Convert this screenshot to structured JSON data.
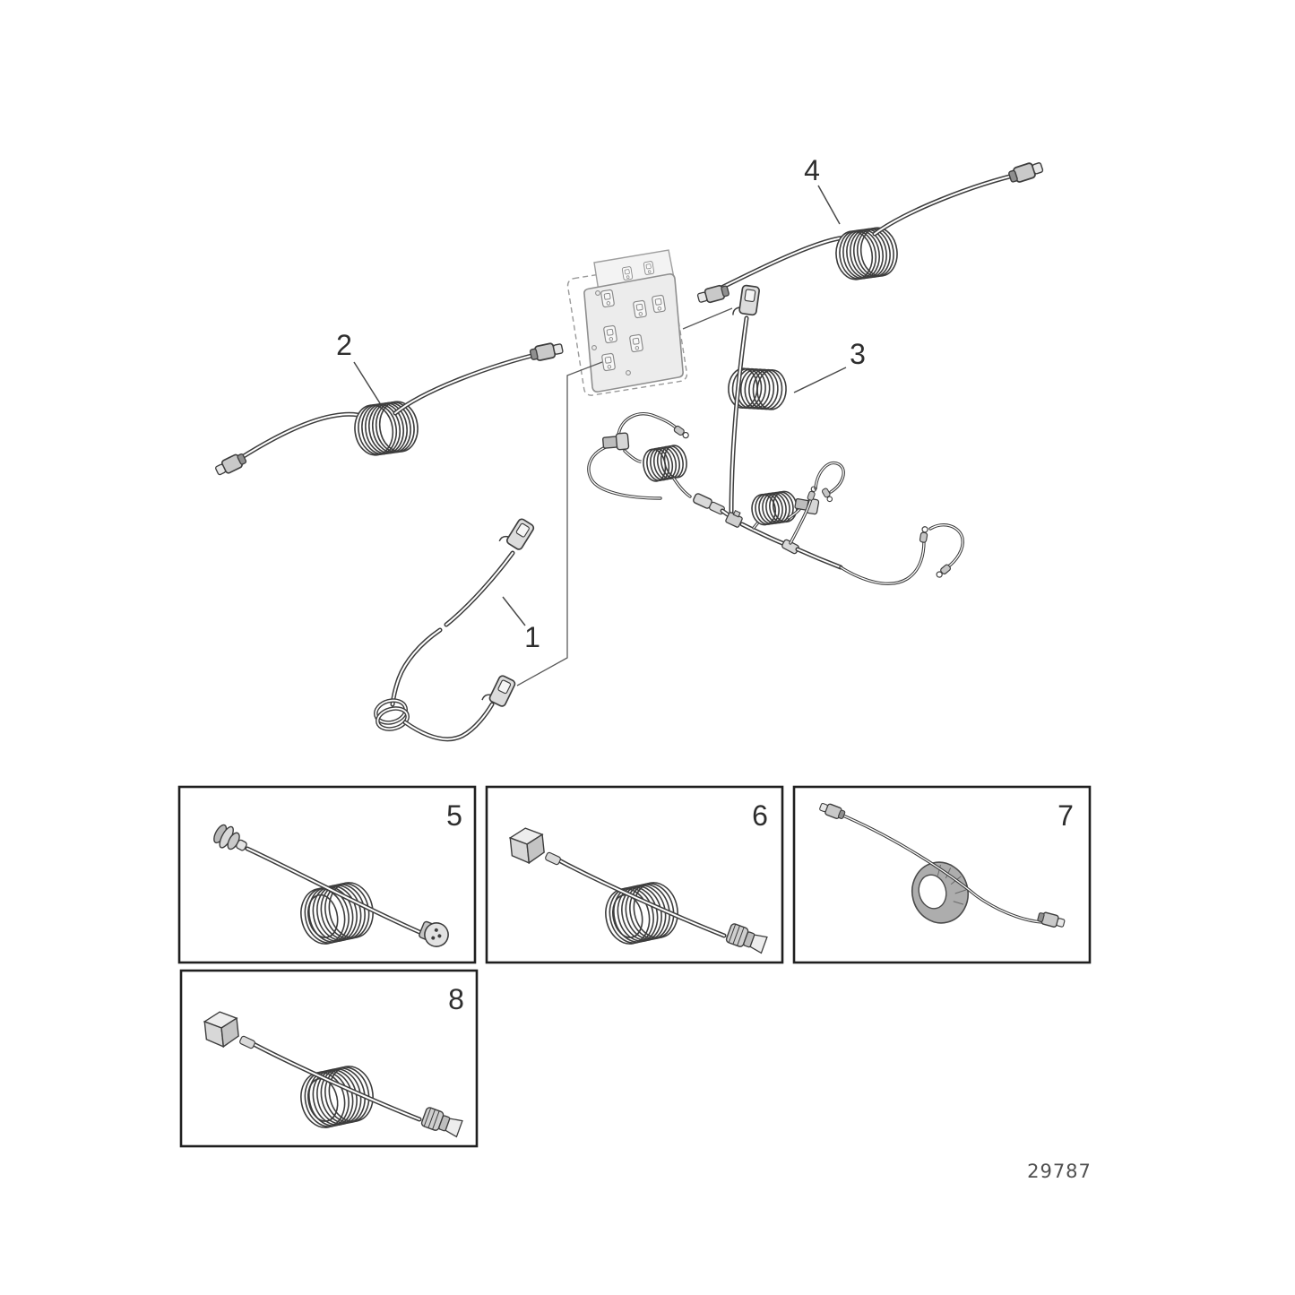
{
  "figure": {
    "number": "29787"
  },
  "callouts": [
    {
      "label": "1"
    },
    {
      "label": "2"
    },
    {
      "label": "3"
    },
    {
      "label": "4"
    }
  ],
  "panels": [
    {
      "label": "5"
    },
    {
      "label": "6"
    },
    {
      "label": "7"
    },
    {
      "label": "8"
    }
  ],
  "colors": {
    "line": "#3d3d3d",
    "module_fill": "#ececec",
    "module_stroke": "#8f8f8f",
    "panel_border": "#1f1f1f",
    "background": "#ffffff"
  }
}
